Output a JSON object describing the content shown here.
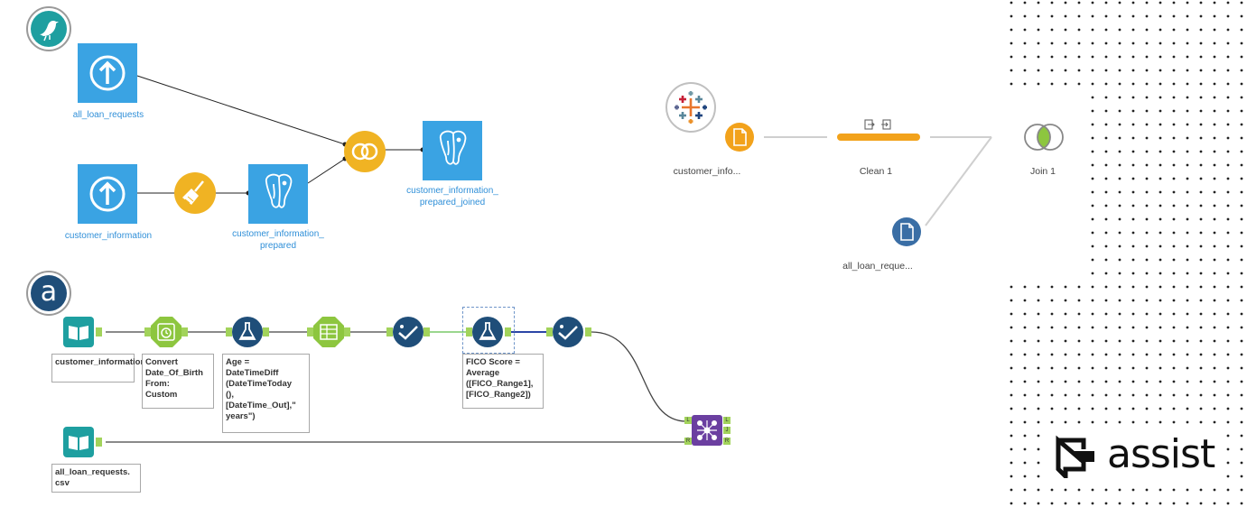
{
  "top_left_flow": {
    "nodes": {
      "all_loan_requests": "all_loan_requests",
      "customer_information": "customer_information",
      "customer_information_prepared": [
        "customer_information_",
        "prepared"
      ],
      "customer_information_prepared_joined": [
        "customer_information_",
        "prepared_joined"
      ]
    }
  },
  "alteryx_flow": {
    "logo_letter": "a",
    "annotations": {
      "input1": "customer_information.csv",
      "datetime": "Convert\nDate_Of_Birth\nFrom:\nCustom",
      "formula_age": "Age =\nDateTimeDiff\n(DateTimeToday\n(),\n[DateTime_Out],\"\nyears\")",
      "formula_fico": "FICO Score =\nAverage\n([FICO_Range1],\n[FICO_Range2])",
      "input2": "all_loan_requests.\ncsv"
    },
    "join_ports": {
      "left": "L",
      "right": "R",
      "j": "J"
    }
  },
  "tableau_flow": {
    "customer_info": "customer_info...",
    "clean": "Clean 1",
    "join": "Join 1",
    "all_loan": "all_loan_reque..."
  },
  "brand": {
    "text": "assist"
  },
  "colors": {
    "tile_blue": "#3aa3e3",
    "orange": "#f2a21b",
    "yellow": "#f0b323",
    "teal": "#1e9fa0",
    "navy": "#1f4e79",
    "alteryx_green": "#a2d35b"
  }
}
